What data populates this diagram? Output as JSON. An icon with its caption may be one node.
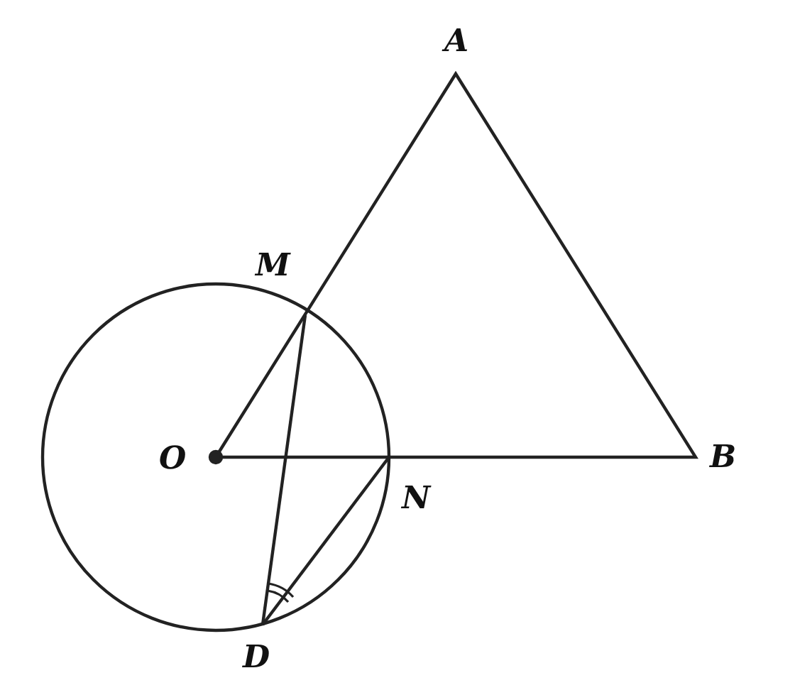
{
  "diagram": {
    "labels": [
      "A",
      "M",
      "O",
      "N",
      "B",
      "D"
    ]
  }
}
